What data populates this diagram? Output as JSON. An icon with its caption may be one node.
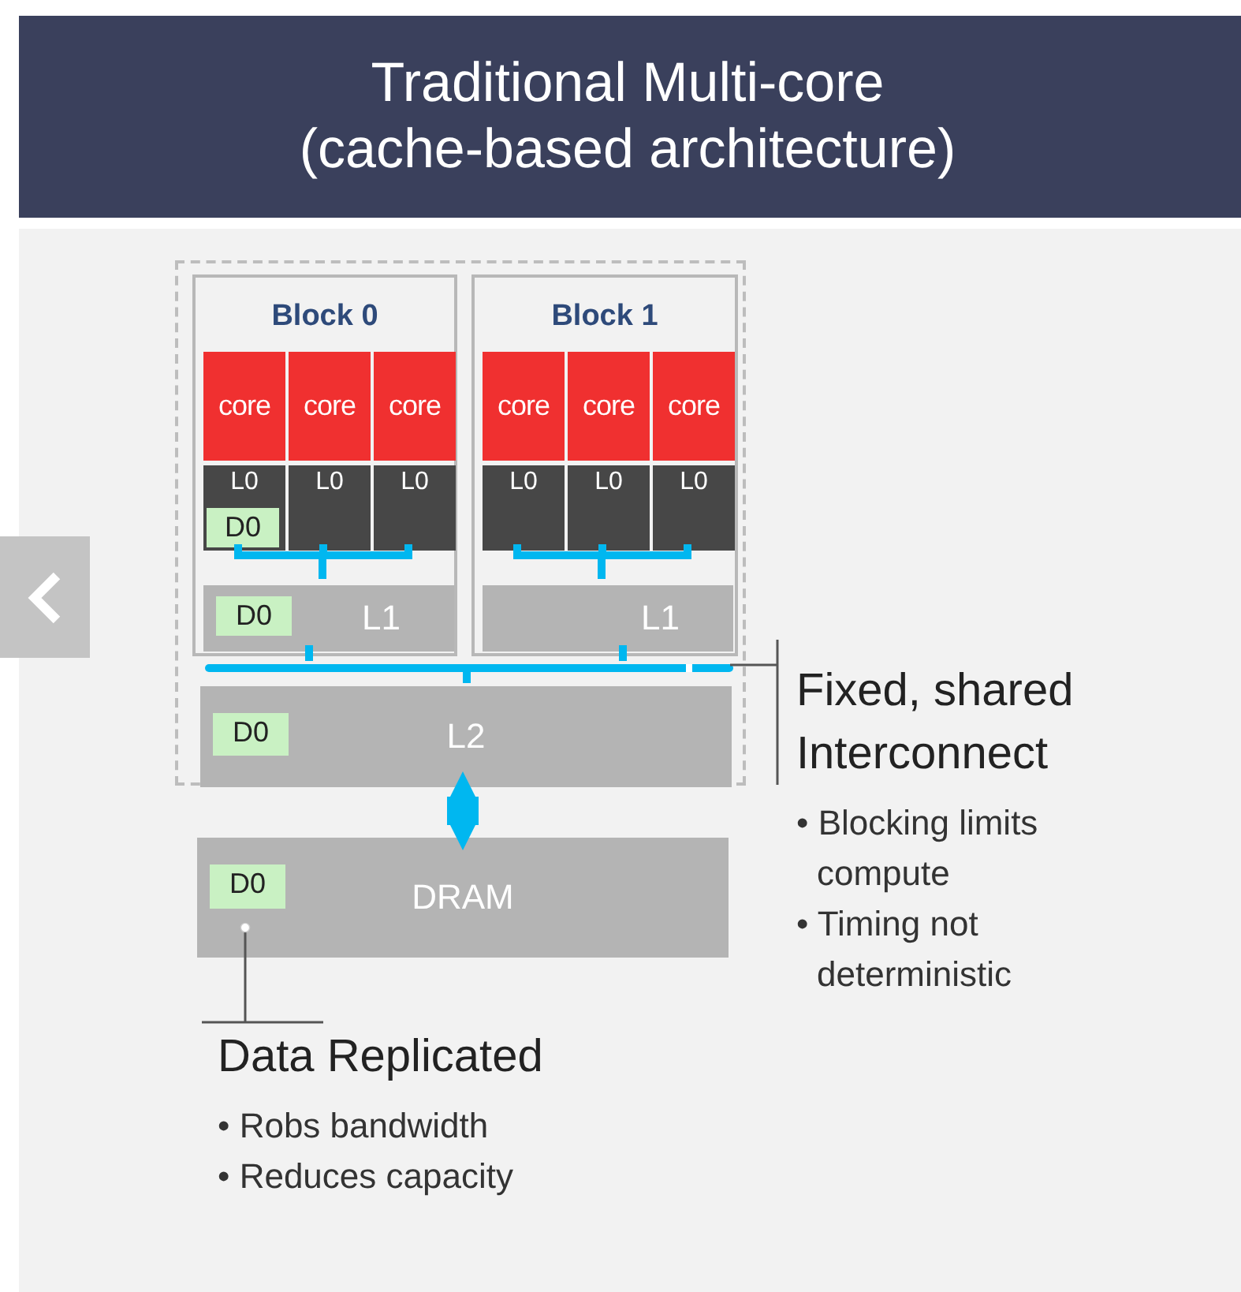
{
  "diagram": {
    "title": "Traditional Multi-core (cache-based architecture)",
    "nodes": [
      {
        "text": [],
        "shape": "box"
      },
      {
        "text": [
          "Block 0"
        ],
        "in": 0
      },
      {
        "text": [
          "core"
        ],
        "in": 1
      },
      {
        "text": [
          "core"
        ],
        "in": 1
      },
      {
        "text": [
          "core"
        ],
        "in": 1
      },
      {
        "text": [
          "L0"
        ],
        "in": 1
      },
      {
        "text": [
          "D0"
        ],
        "in": 5
      },
      {
        "text": [
          "L0"
        ],
        "in": 1
      },
      {
        "text": [
          "L0"
        ],
        "in": 1
      },
      {
        "text": [
          "L1"
        ],
        "in": 1
      },
      {
        "text": [
          "D0"
        ],
        "in": 9
      },
      {
        "text": [
          "Block 1"
        ],
        "in": 0
      },
      {
        "text": [
          "core"
        ],
        "in": 11
      },
      {
        "text": [
          "core"
        ],
        "in": 11
      },
      {
        "text": [
          "core"
        ],
        "in": 11
      },
      {
        "text": [
          "L0"
        ],
        "in": 11
      },
      {
        "text": [
          "L0"
        ],
        "in": 11
      },
      {
        "text": [
          "L0"
        ],
        "in": 11
      },
      {
        "text": [
          "L1"
        ],
        "in": 11
      },
      {
        "text": [],
        "shape": "bar",
        "in": 0
      },
      {
        "text": [
          "L2"
        ],
        "in": 0
      },
      {
        "text": [
          "D0"
        ],
        "in": 20
      },
      {
        "text": [
          "DRAM"
        ]
      },
      {
        "text": [
          "D0"
        ],
        "in": 22
      },
      {
        "text": [
          "Fixed, shared Interconnect",
          "• Blocking limits compute",
          "• Timing not deterministic"
        ]
      },
      {
        "text": [
          "Data Replicated",
          "• Robs bandwidth",
          "• Reduces capacity"
        ]
      }
    ],
    "edges": [
      {
        "from": 5,
        "to": 9,
        "arrow": "none"
      },
      {
        "from": 7,
        "to": 9,
        "arrow": "none"
      },
      {
        "from": 8,
        "to": 9,
        "arrow": "none"
      },
      {
        "from": 15,
        "to": 18,
        "arrow": "none"
      },
      {
        "from": 16,
        "to": 18,
        "arrow": "none"
      },
      {
        "from": 17,
        "to": 18,
        "arrow": "none"
      },
      {
        "from": 9,
        "to": 19,
        "arrow": "none"
      },
      {
        "from": 18,
        "to": 19,
        "arrow": "none"
      },
      {
        "from": 19,
        "to": 20,
        "arrow": "none"
      },
      {
        "from": 20,
        "to": 22,
        "arrow": "both",
        "style": "thick"
      },
      {
        "from": 24,
        "to": 19,
        "arrow": "none",
        "color": "#555555"
      },
      {
        "from": 25,
        "to": 23,
        "arrow": "other",
        "color": "#555555"
      }
    ]
  }
}
